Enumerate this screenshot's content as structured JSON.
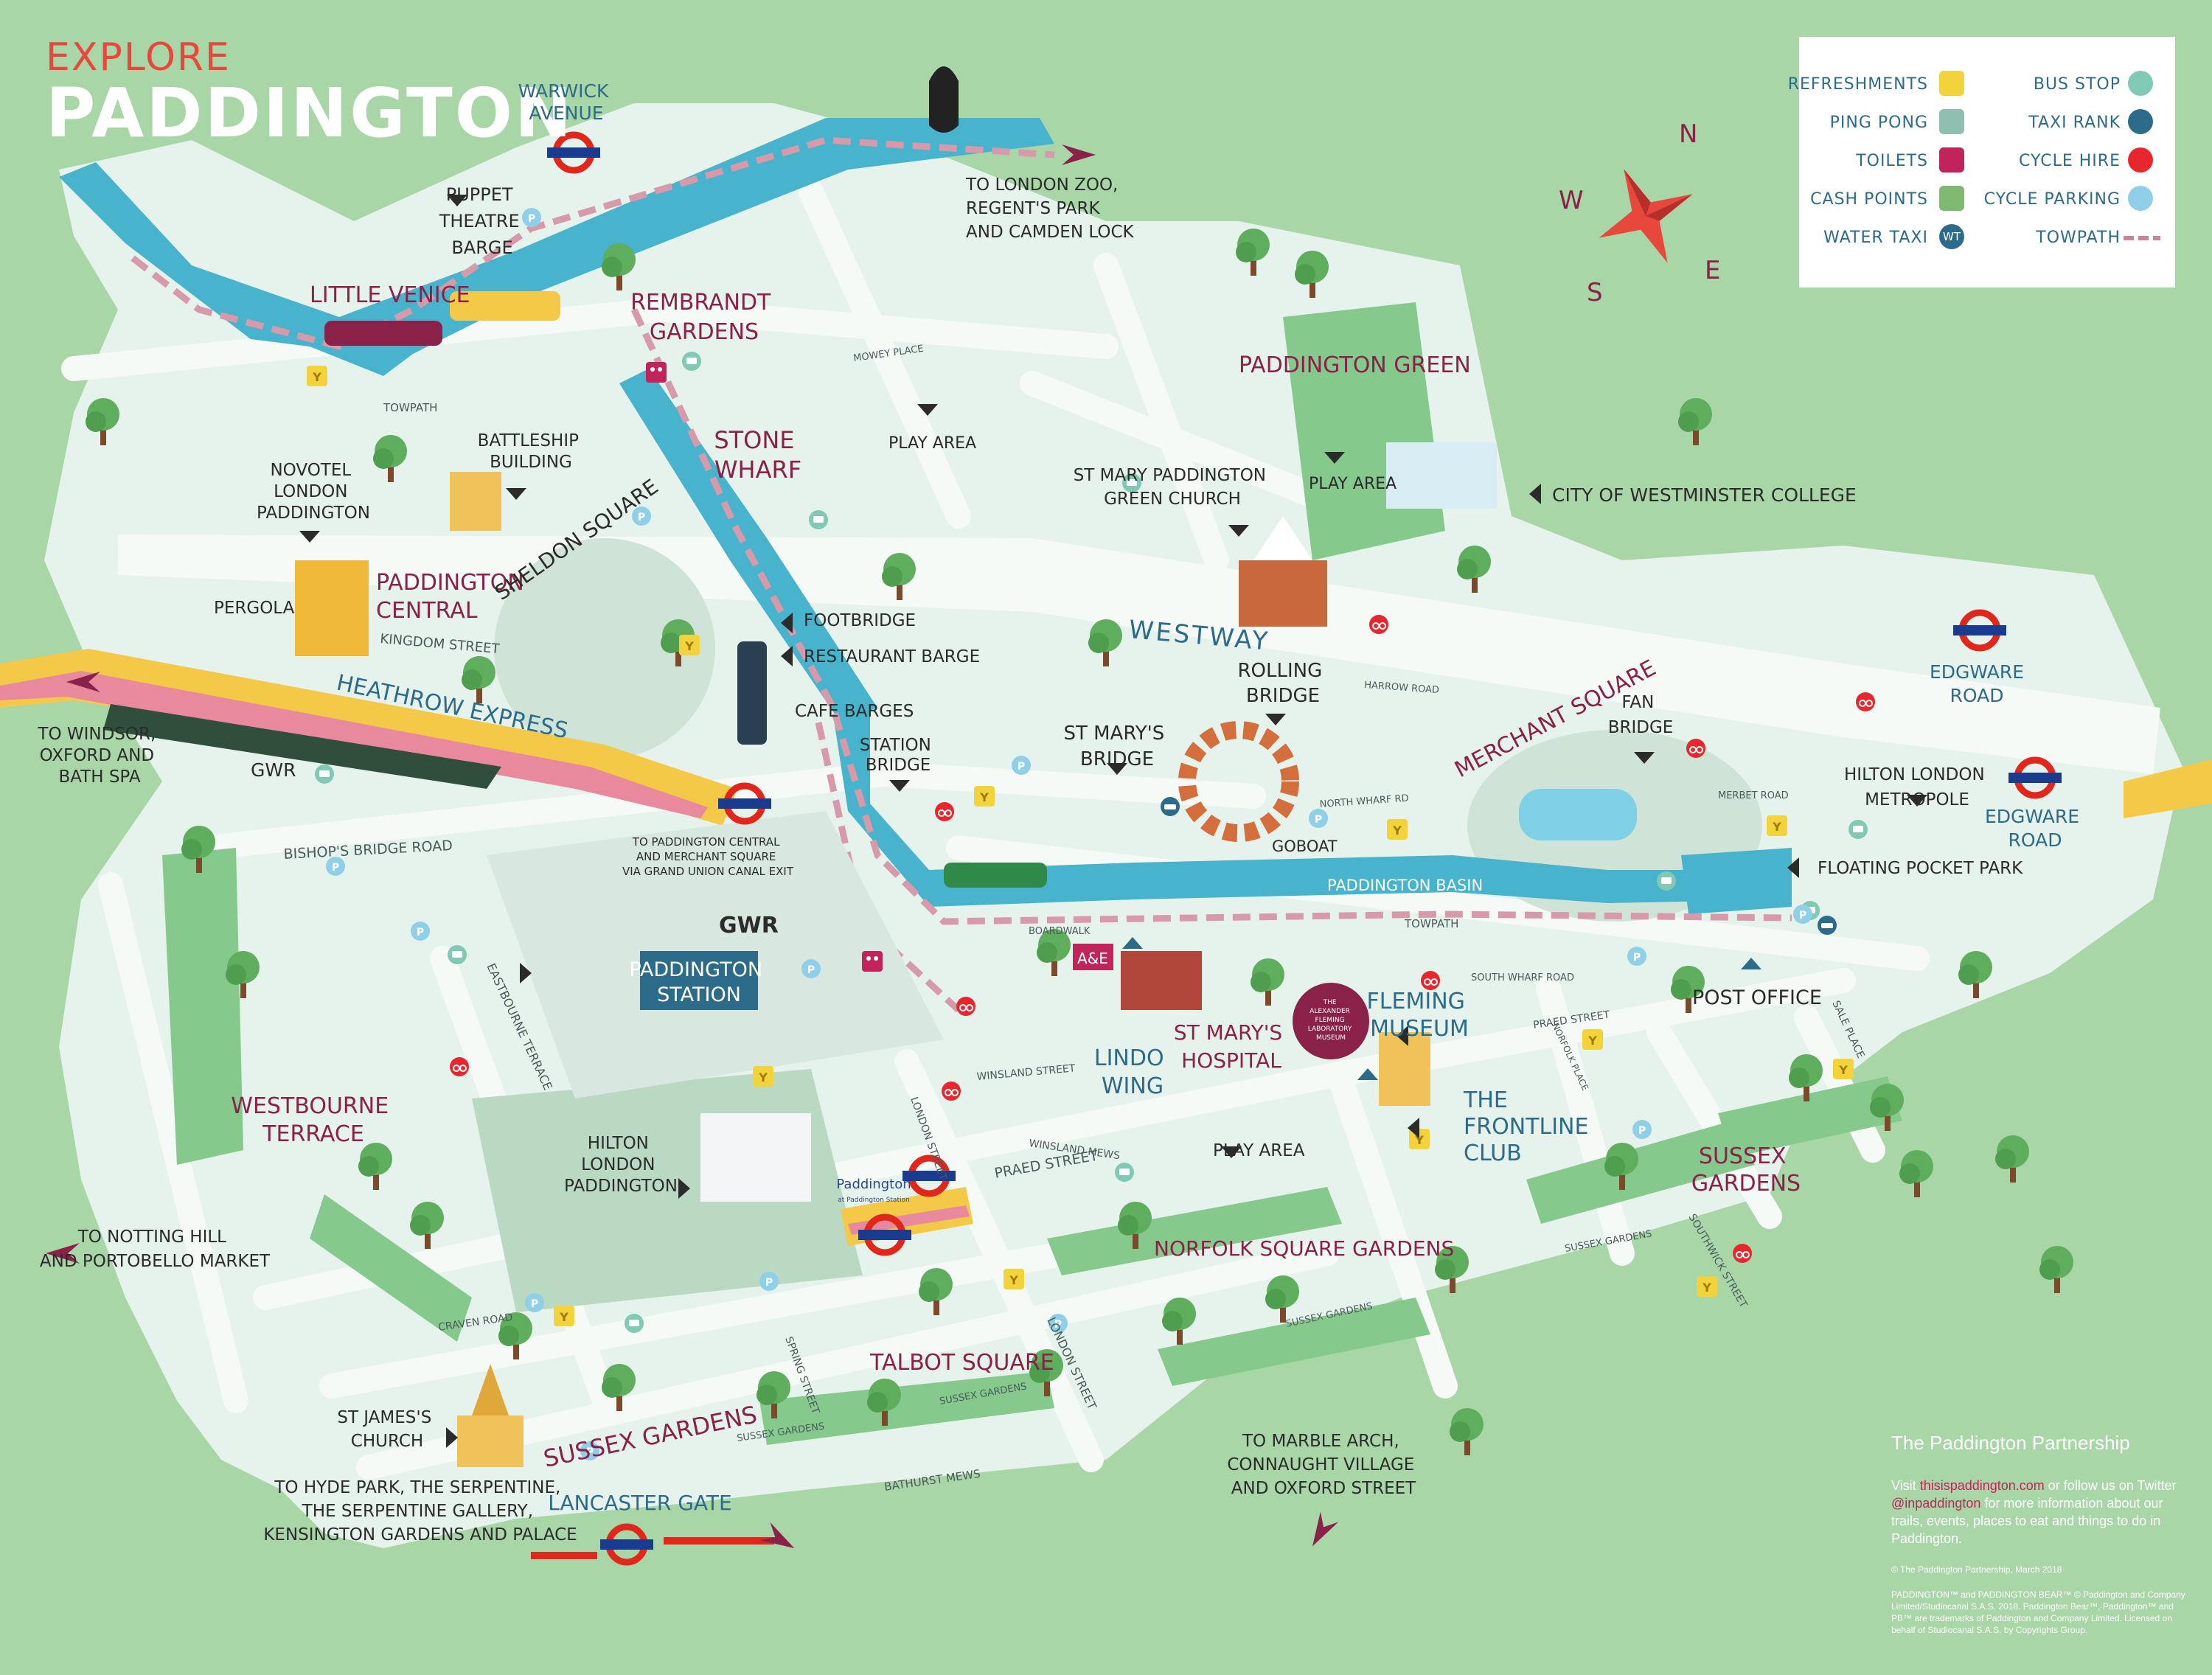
{
  "title": {
    "top": "EXPLORE",
    "main": "PADDINGTON"
  },
  "legend": {
    "items_left": [
      {
        "label": "REFRESHMENTS",
        "icon": "refreshments-icon",
        "color": "#f3d33b"
      },
      {
        "label": "PING PONG",
        "icon": "ping-pong-icon",
        "color": "#8fbfb0"
      },
      {
        "label": "TOILETS",
        "icon": "toilets-icon",
        "color": "#c0245a"
      },
      {
        "label": "CASH POINTS",
        "icon": "cash-point-icon",
        "color": "#7fb870"
      },
      {
        "label": "WATER TAXI",
        "icon": "water-taxi-icon",
        "color": "#2c6b8a"
      }
    ],
    "items_right": [
      {
        "label": "BUS STOP",
        "icon": "bus-stop-icon",
        "color": "#7fc9b5"
      },
      {
        "label": "TAXI RANK",
        "icon": "taxi-rank-icon",
        "color": "#2c6b8a"
      },
      {
        "label": "CYCLE HIRE",
        "icon": "cycle-hire-icon",
        "color": "#e8262d"
      },
      {
        "label": "CYCLE PARKING",
        "icon": "cycle-parking-icon",
        "color": "#8fd0e8"
      },
      {
        "label": "TOWPATH",
        "icon": "towpath-icon",
        "color": "#c9859a"
      }
    ],
    "water_taxi_abbr": "WT"
  },
  "compass": {
    "n": "N",
    "e": "E",
    "s": "S",
    "w": "W"
  },
  "labels": {
    "warwick_avenue": [
      "WARWICK",
      "AVENUE"
    ],
    "puppet_theatre": [
      "PUPPET",
      "THEATRE",
      "BARGE"
    ],
    "little_venice": "LITTLE VENICE",
    "rembrandt_gardens": [
      "REMBRANDT",
      "GARDENS"
    ],
    "to_zoo": [
      "TO LONDON ZOO,",
      "REGENT'S PARK",
      "AND CAMDEN LOCK"
    ],
    "mowey_place": "MOWEY PLACE",
    "play_area_1": "PLAY AREA",
    "paddington_green": "PADDINGTON GREEN",
    "play_area_2": "PLAY AREA",
    "towpath_1": "TOWPATH",
    "novotel": [
      "NOVOTEL",
      "LONDON",
      "PADDINGTON"
    ],
    "battleship": [
      "BATTLESHIP",
      "BUILDING"
    ],
    "stone_wharf": [
      "STONE",
      "WHARF"
    ],
    "st_mary_green_church": [
      "ST MARY PADDINGTON",
      "GREEN CHURCH"
    ],
    "city_westminster": "CITY OF WESTMINSTER COLLEGE",
    "pergola": "PERGOLA",
    "paddington_central": [
      "PADDINGTON",
      "CENTRAL"
    ],
    "sheldon_square": "SHELDON SQUARE",
    "kingdom_street": "KINGDOM STREET",
    "footbridge": "FOOTBRIDGE",
    "restaurant_barge": "RESTAURANT BARGE",
    "westway": "WESTWAY",
    "heathrow_express": "HEATHROW EXPRESS",
    "to_windsor": [
      "TO WINDSOR,",
      "OXFORD AND",
      "BATH SPA"
    ],
    "gwr": "GWR",
    "cafe_barges": "CAFE BARGES",
    "station_bridge": [
      "STATION",
      "BRIDGE"
    ],
    "st_marys_bridge": [
      "ST MARY'S",
      "BRIDGE"
    ],
    "rolling_bridge": [
      "ROLLING",
      "BRIDGE"
    ],
    "harrow_road": "HARROW ROAD",
    "merchant_square": "MERCHANT SQUARE",
    "fan_bridge": [
      "FAN",
      "BRIDGE"
    ],
    "edgware_road_1": [
      "EDGWARE",
      "ROAD"
    ],
    "edgware_road_2": [
      "EDGWARE",
      "ROAD"
    ],
    "hilton_metropole": [
      "HILTON LONDON",
      "METROPOLE"
    ],
    "north_wharf": "NORTH WHARF RD",
    "merbet_road": "MERBET ROAD",
    "coboat": "GOBOAT",
    "paddington_basin": "PADDINGTON BASIN",
    "floating_pocket_park": "FLOATING POCKET PARK",
    "bishops_bridge": "BISHOP'S BRIDGE ROAD",
    "to_central_merchant": [
      "TO PADDINGTON CENTRAL",
      "AND MERCHANT SQUARE",
      "VIA GRAND UNION CANAL EXIT"
    ],
    "boardwalk": "BOARDWALK",
    "towpath_2": "TOWPATH",
    "south_wharf": "SOUTH WHARF ROAD",
    "post_office": "POST OFFICE",
    "gwr_logo": "GWR",
    "paddington_station": [
      "PADDINGTON",
      "STATION"
    ],
    "a_and_e": "A&E",
    "eastbourne_terrace": "EASTBOURNE TERRACE",
    "lindo_wing": [
      "LINDO",
      "WING"
    ],
    "st_marys_hospital": [
      "ST MARY'S",
      "HOSPITAL"
    ],
    "fleming_museum": [
      "FLEMING",
      "MUSEUM"
    ],
    "fleming_sign": [
      "THE",
      "ALEXANDER",
      "FLEMING",
      "LABORATORY",
      "MUSEUM"
    ],
    "praed_street_1": "PRAED STREET",
    "sale_place": "SALE PLACE",
    "norfolk_place": "NORFOLK PLACE",
    "frontline_club": [
      "THE",
      "FRONTLINE",
      "CLUB"
    ],
    "winsland_street": "WINSLAND STREET",
    "winsland_mews": "WINSLAND MEWS",
    "westbourne_terrace": [
      "WESTBOURNE",
      "TERRACE"
    ],
    "hilton_paddington": [
      "HILTON",
      "LONDON",
      "PADDINGTON"
    ],
    "paddington_bear": "Paddington",
    "paddington_bear_sub": "at Paddington Station",
    "london_street_1": "LONDON STREET",
    "praed_street_2": "PRAED STREET",
    "play_area_3": "PLAY AREA",
    "norfolk_square": "NORFOLK SQUARE GARDENS",
    "sussex_gardens_1": [
      "SUSSEX",
      "GARDENS"
    ],
    "sussex_gardens_road_1": "SUSSEX GARDENS",
    "southwick_street": "SOUTHWICK STREET",
    "to_notting_hill": [
      "TO NOTTING HILL",
      "AND PORTOBELLO MARKET"
    ],
    "craven_road": "CRAVEN ROAD",
    "spring_street": "SPRING STREET",
    "london_street_2": "LONDON STREET",
    "sussex_gardens_road_2": "SUSSEX GARDENS",
    "talbot_square": "TALBOT SQUARE",
    "sussex_gardens_road_3": "SUSSEX GARDENS",
    "sussex_gardens_road_4": "SUSSEX GARDENS",
    "st_james_church": [
      "ST JAMES'S",
      "CHURCH"
    ],
    "sussex_gardens_2": "SUSSEX GARDENS",
    "bathurst_mews": "BATHURST MEWS",
    "to_marble_arch": [
      "TO MARBLE ARCH,",
      "CONNAUGHT VILLAGE",
      "AND OXFORD STREET"
    ],
    "to_hyde_park": [
      "TO HYDE PARK, THE SERPENTINE,",
      "THE SERPENTINE GALLERY,",
      "KENSINGTON GARDENS AND PALACE"
    ],
    "lancaster_gate": "LANCASTER GATE"
  },
  "partnership": {
    "title": "The Paddington Partnership",
    "visit_pre": "Visit ",
    "visit_link": "thisispaddington.com",
    "visit_mid": " or follow us on Twitter ",
    "visit_twitter": "@inpaddington",
    "visit_post": " for more information about our trails, events, places to eat and things to do in Paddington.",
    "copyright": "© The Paddington Partnership, March 2018",
    "legal": "PADDINGTON™ and PADDINGTON BEAR™ © Paddington and Company Limited/Studiocanal S.A.S. 2018. Paddington Bear™, Paddington™ and PB™ are trademarks of Paddington and Company Limited. Licensed on behalf of Studiocanal S.A.S. by Copyrights Group."
  },
  "colors": {
    "background": "#a9d6a6",
    "street": "#e6f2ec",
    "canal": "#47b3cc",
    "park": "#7cc487",
    "plum": "#8a2148",
    "teal_text": "#1d5a6a",
    "towpath": "#d79aaa",
    "tube_red": "#e1261c",
    "tube_blue": "#1a3c8f"
  }
}
